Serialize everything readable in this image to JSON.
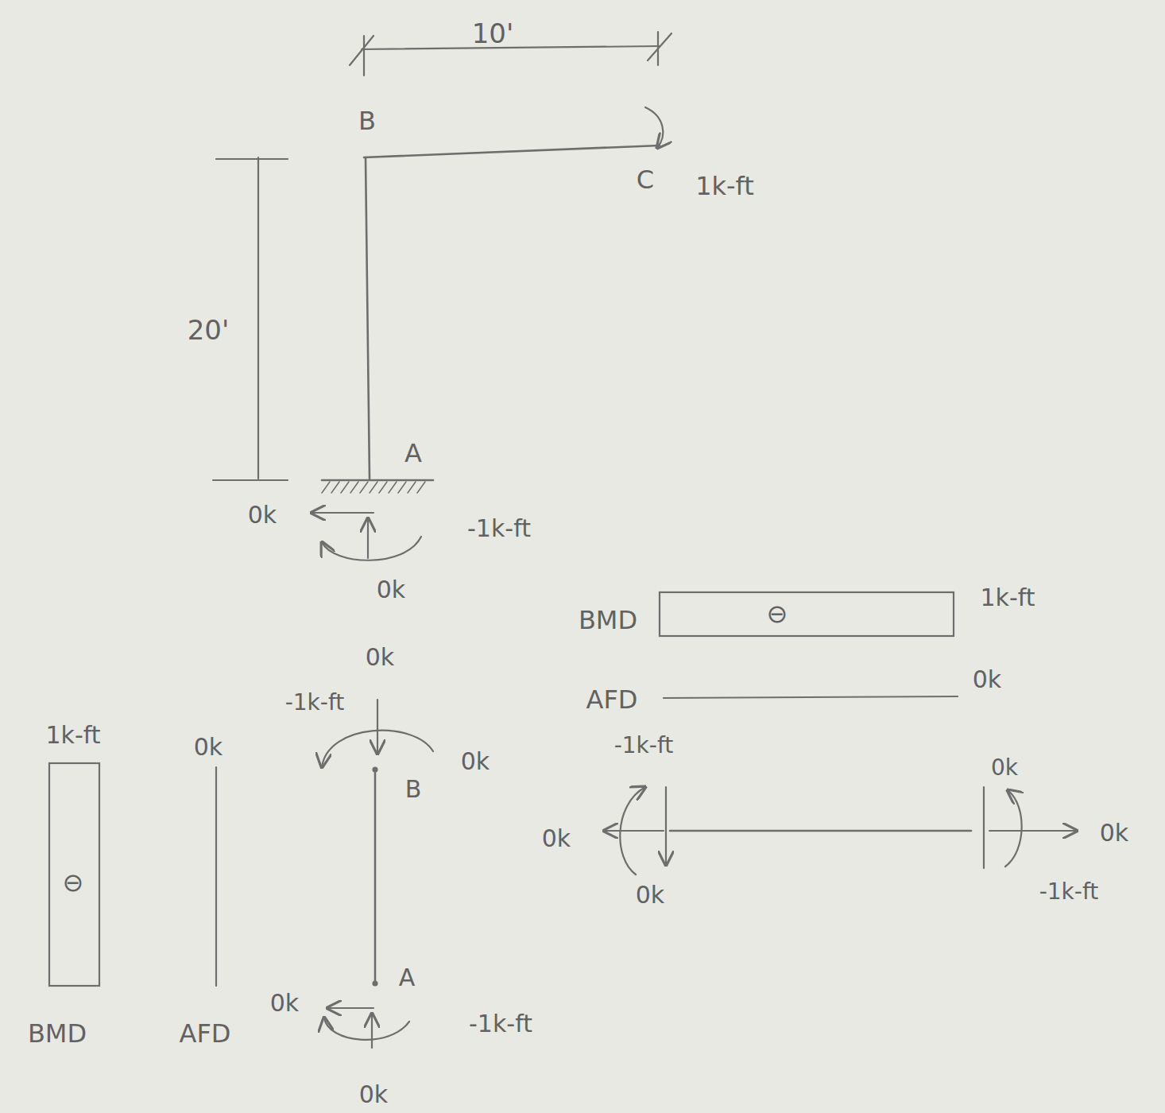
{
  "diagram": {
    "labels": [
      "10'",
      "B",
      "C",
      "1k-ft",
      "20'",
      "A",
      "0k",
      "-1k-ft",
      "0k",
      "BMD",
      "⊖",
      "1k-ft",
      "AFD",
      "0k",
      "-1k-ft",
      "0k",
      "0k",
      "0k",
      "0k",
      "-1k-ft",
      "0k",
      "-1k-ft",
      "B",
      "0k",
      "A",
      "0k",
      "-1k-ft",
      "0k",
      "1k-ft",
      "⊖",
      "BMD",
      "0k",
      "AFD"
    ]
  }
}
